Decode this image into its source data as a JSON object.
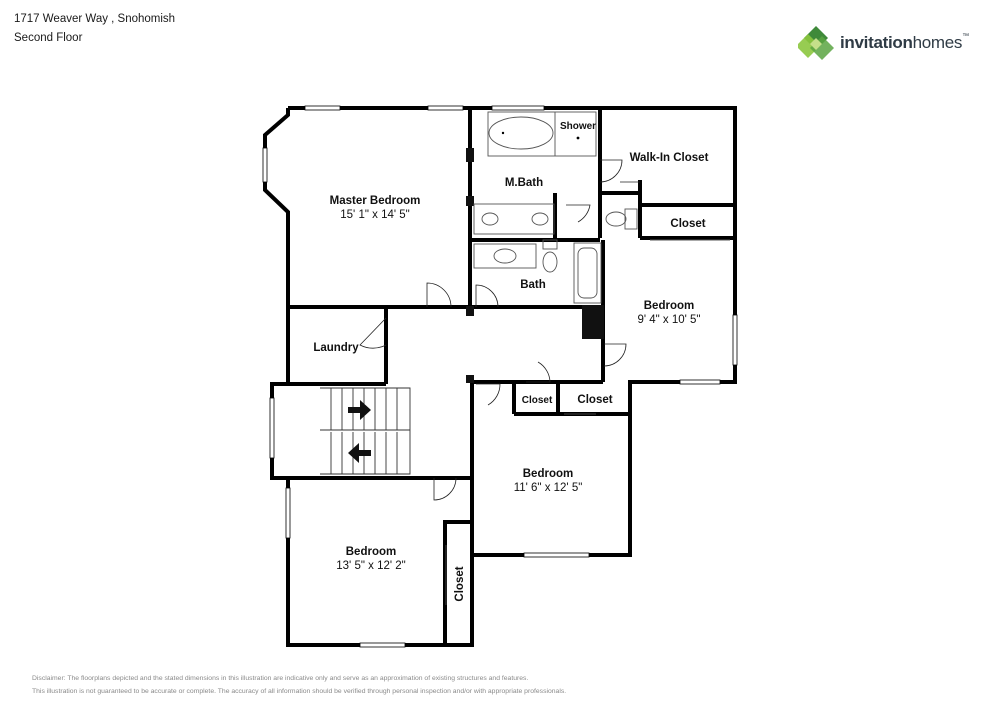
{
  "header": {
    "address": "1717 Weaver Way , Snohomish",
    "floor": "Second Floor"
  },
  "brand": {
    "name_part1": "invitation",
    "name_part2": "homes",
    "trademark": "™",
    "colors": {
      "text": "#2f3b45",
      "green_dark": "#3f8a3a",
      "green_light": "#8cc63f"
    }
  },
  "rooms": {
    "master_bedroom": {
      "name": "Master Bedroom",
      "dims": "15' 1\" x 14' 5\""
    },
    "master_bath": {
      "name": "M.Bath"
    },
    "shower": {
      "name": "Shower"
    },
    "walk_in_closet": {
      "name": "Walk-In Closet"
    },
    "closet_ne": {
      "name": "Closet"
    },
    "bedroom_east": {
      "name": "Bedroom",
      "dims": "9' 4\" x 10' 5\""
    },
    "bath": {
      "name": "Bath"
    },
    "laundry": {
      "name": "Laundry"
    },
    "closet_small": {
      "name": "Closet"
    },
    "closet_center": {
      "name": "Closet"
    },
    "bedroom_center": {
      "name": "Bedroom",
      "dims": "11' 6\" x 12' 5\""
    },
    "bedroom_sw": {
      "name": "Bedroom",
      "dims": "13' 5\" x 12' 2\""
    },
    "closet_vertical": {
      "name": "Closet"
    }
  },
  "disclaimer": {
    "line1": "Disclaimer: The floorplans depicted and the stated dimensions in this illustration are indicative only and serve as an approximation of existing structures and features.",
    "line2": "This illustration is not guaranteed to be accurate or complete. The accuracy of all information should be verified through personal inspection and/or with appropriate professionals."
  }
}
